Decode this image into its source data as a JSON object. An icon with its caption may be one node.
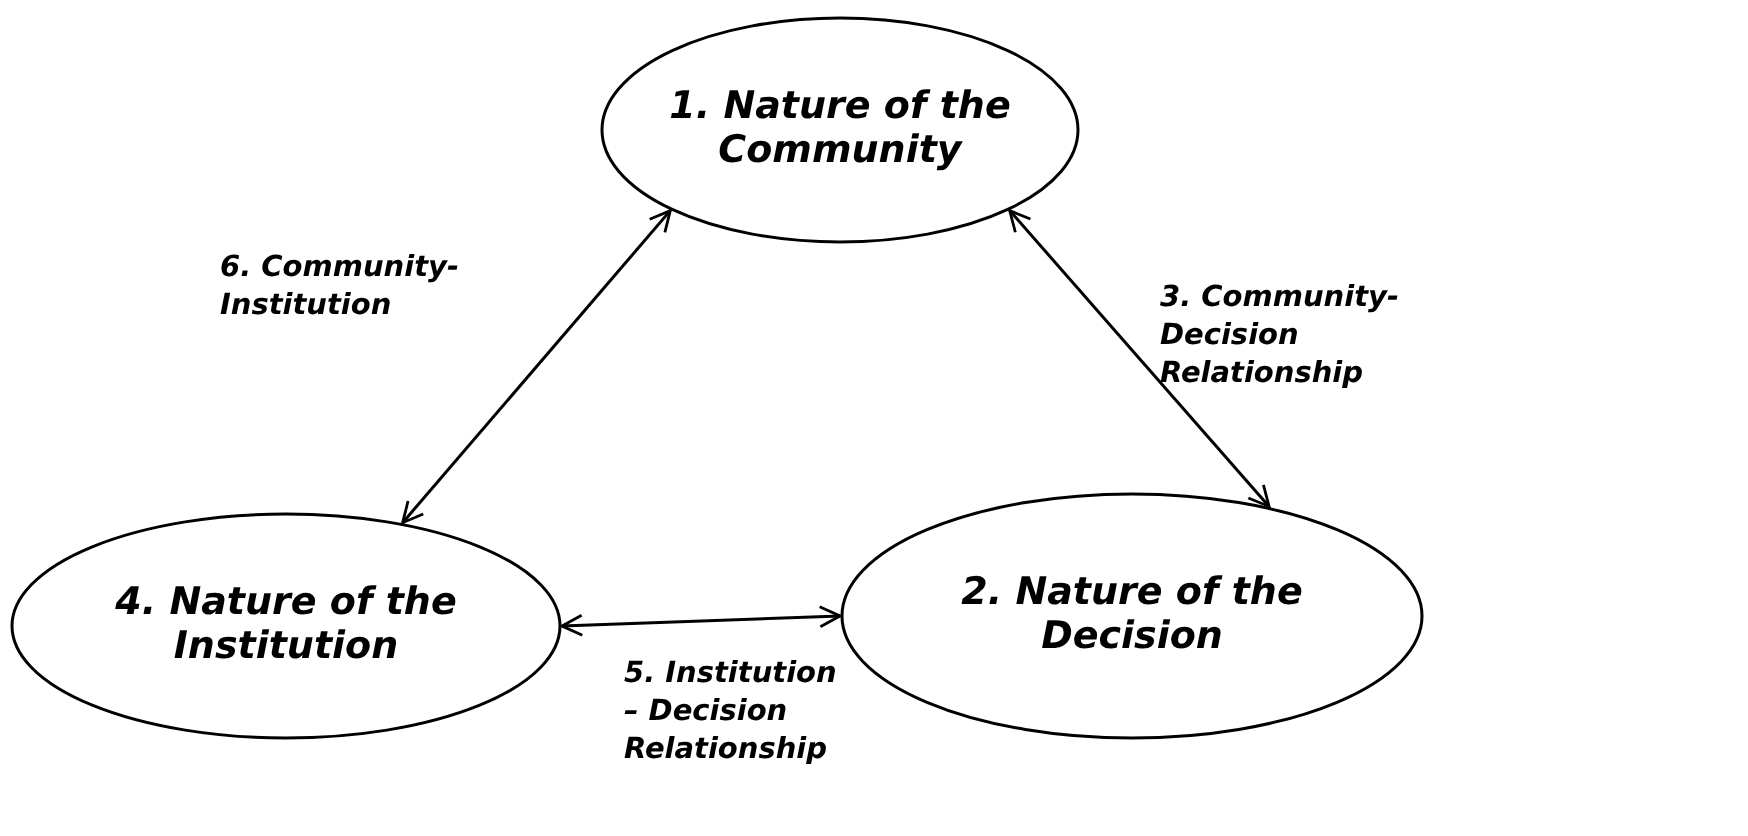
{
  "diagram": {
    "nodes": [
      {
        "text": [
          "1.  Nature of the Community"
        ]
      },
      {
        "text": [
          "2.  Nature of the Decision"
        ]
      },
      {
        "text": [
          "4.  Nature of the Institution"
        ]
      }
    ],
    "edges": [
      {
        "from": 0,
        "to": 1,
        "arrow": "both",
        "label": "3.  Community-Decision Relationship"
      },
      {
        "from": 2,
        "to": 1,
        "arrow": "both",
        "label": "5.  Institution – Decision Relationship"
      },
      {
        "from": 0,
        "to": 2,
        "arrow": "both",
        "label": "6. Community-Institution"
      }
    ]
  }
}
